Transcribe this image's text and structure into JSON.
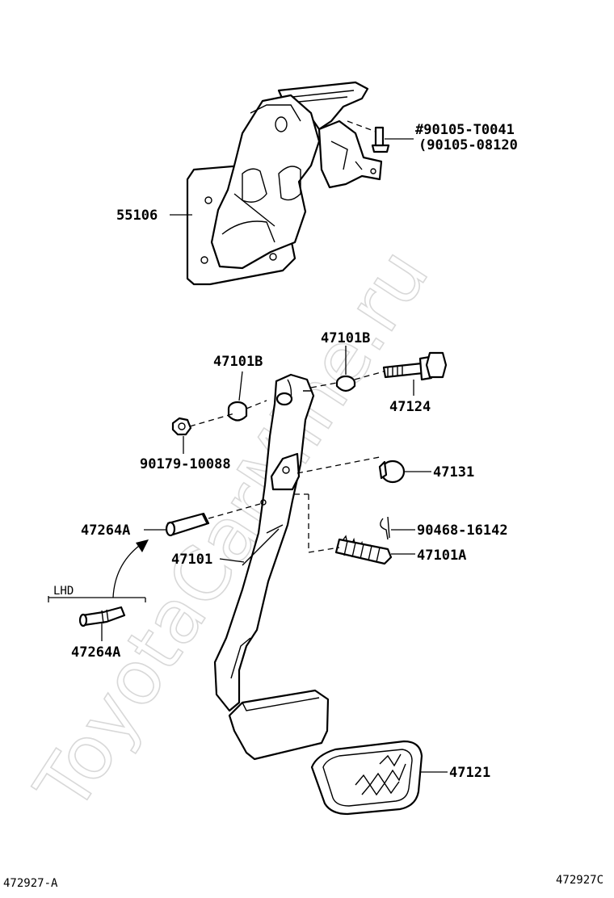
{
  "watermark": "ToyotaCarMine.ru",
  "parts": {
    "bracket": "55106",
    "bolt_primary": "#90105-T0041",
    "bolt_alt": "(90105-08120",
    "bushing_right": "47101B",
    "bushing_left": "47101B",
    "pedal_bolt": "47124",
    "nut": "90179-10088",
    "stopper": "47131",
    "pin": "47264A",
    "clip": "90468-16142",
    "pedal_arm": "47101",
    "spring": "47101A",
    "pin_lhd": "47264A",
    "pedal_pad": "47121"
  },
  "lhd_label": "LHD",
  "footer": {
    "left_code": "472927-A",
    "right_code": "472927C"
  }
}
